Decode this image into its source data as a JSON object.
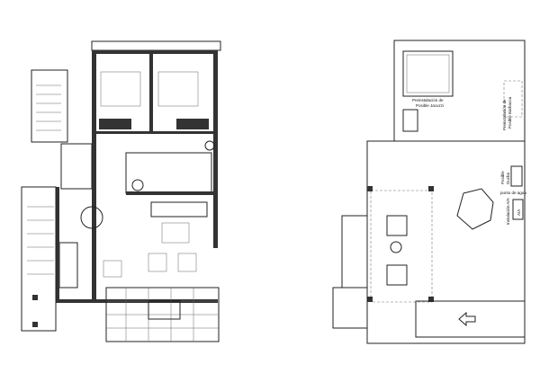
{
  "labels": {
    "jacuzzi": [
      "Preinstalación de",
      "Posible Jacuzzi"
    ],
    "barbacoa": [
      "Preinstalación de",
      "Posible Barbacoa"
    ],
    "ducha": [
      "Posible",
      "Ducha"
    ],
    "punto_agua": "punto de agua",
    "instalacion_aa": "Instalación A/A",
    "aa": "A/A"
  },
  "colors": {
    "lines": "#222222",
    "background": "#ffffff"
  }
}
